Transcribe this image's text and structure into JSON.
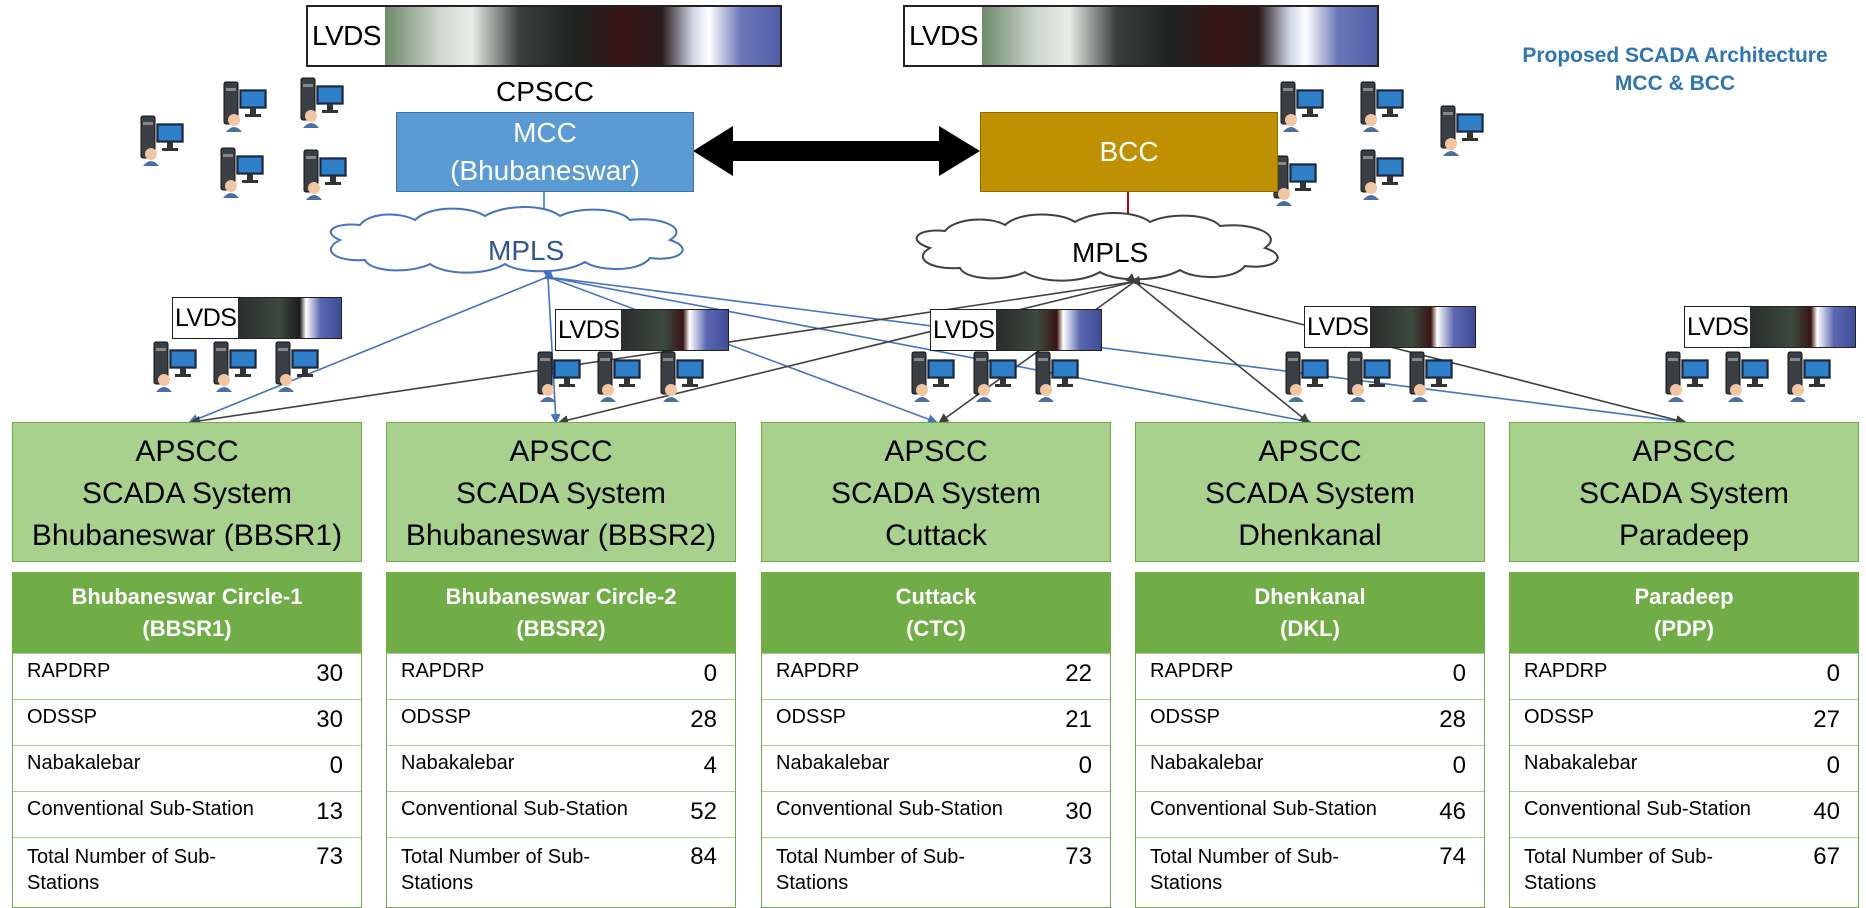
{
  "title": {
    "line1": "Proposed SCADA Architecture",
    "line2": "MCC & BCC"
  },
  "lvds_label": "LVDS",
  "cpscc_label": "CPSCC",
  "mcc": {
    "line1": "MCC",
    "line2": "(Bhubaneswar)",
    "color": "#5b9bd5"
  },
  "bcc": {
    "label": "BCC",
    "color": "#bf9000"
  },
  "mpls_left": "MPLS",
  "mpls_right": "MPLS",
  "systems": [
    {
      "l1": "APSCC",
      "l2": "SCADA System",
      "l3": "Bhubaneswar (BBSR1)"
    },
    {
      "l1": "APSCC",
      "l2": "SCADA System",
      "l3": "Bhubaneswar (BBSR2)"
    },
    {
      "l1": "APSCC",
      "l2": "SCADA System",
      "l3": "Cuttack"
    },
    {
      "l1": "APSCC",
      "l2": "SCADA System",
      "l3": "Dhenkanal"
    },
    {
      "l1": "APSCC",
      "l2": "SCADA System",
      "l3": "Paradeep"
    }
  ],
  "row_labels": {
    "r1": "RAPDRP",
    "r2": "ODSSP",
    "r3": "Nabakalebar",
    "r4": "Conventional Sub-Station",
    "r5a": "Total Number of Sub-",
    "r5b": "Stations"
  },
  "circles": [
    {
      "name": "Bhubaneswar Circle-1",
      "code": "(BBSR1)",
      "rapdrp": "30",
      "odssp": "30",
      "nabakalebar": "0",
      "conventional": "13",
      "total": "73"
    },
    {
      "name": "Bhubaneswar Circle-2",
      "code": "(BBSR2)",
      "rapdrp": "0",
      "odssp": "28",
      "nabakalebar": "4",
      "conventional": "52",
      "total": "84"
    },
    {
      "name": "Cuttack",
      "code": "(CTC)",
      "rapdrp": "22",
      "odssp": "21",
      "nabakalebar": "0",
      "conventional": "30",
      "total": "73"
    },
    {
      "name": "Dhenkanal",
      "code": "(DKL)",
      "rapdrp": "0",
      "odssp": "28",
      "nabakalebar": "0",
      "conventional": "46",
      "total": "74"
    },
    {
      "name": "Paradeep",
      "code": "(PDP)",
      "rapdrp": "0",
      "odssp": "27",
      "nabakalebar": "0",
      "conventional": "40",
      "total": "67"
    }
  ],
  "colors": {
    "system_fill": "#a9d18e",
    "table_header": "#70ad47",
    "blue_link": "#4472c4",
    "dark_link": "#404040",
    "title": "#2e75b6"
  }
}
